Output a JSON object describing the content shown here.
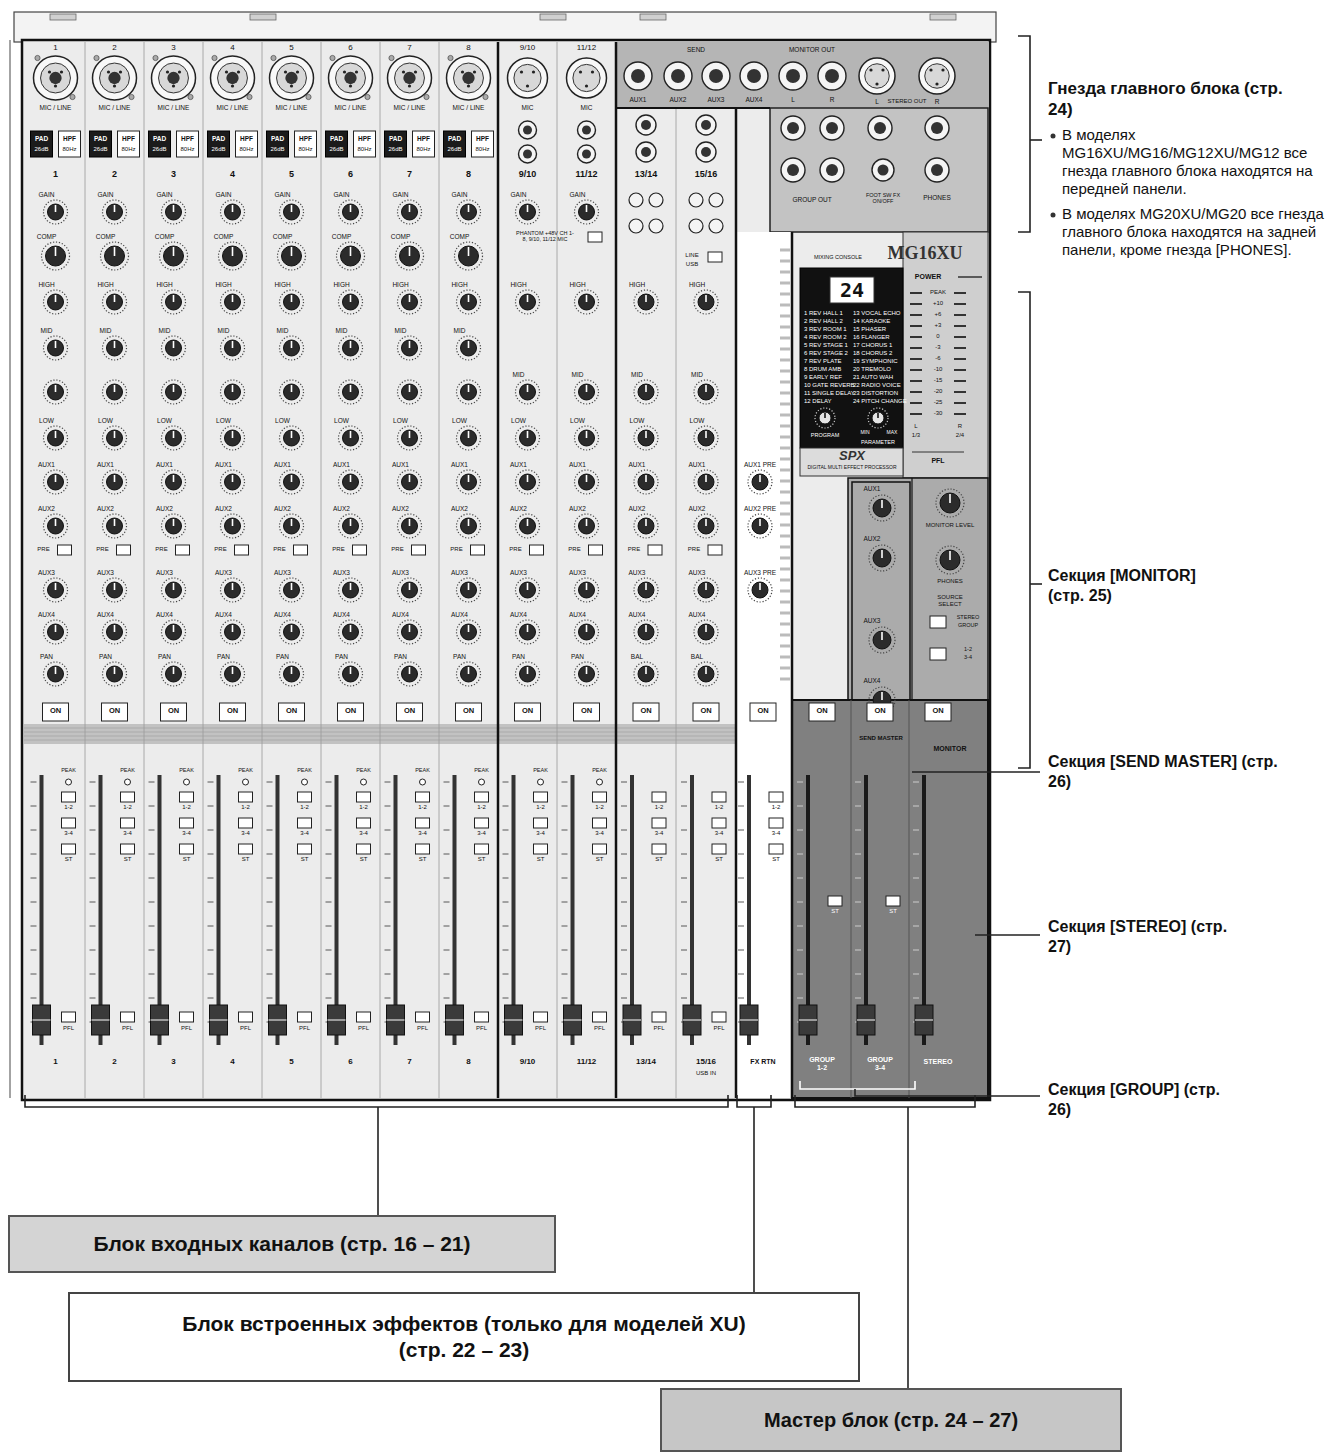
{
  "diagram": {
    "nodes": [
      {
        "text": [
          "Блок входных каналов (стр. 16 – 21)"
        ]
      },
      {
        "text": [
          "Блок встроенных эффектов (только для моделей XU) (стр. 22 – 23)"
        ]
      },
      {
        "text": [
          "Мастер блок (стр. 24 – 27)"
        ]
      }
    ],
    "labels": [
      "Гнезда главного блока (стр. 24)",
      "В моделях MG16XU/MG16/MG12XU/MG12 все гнезда главного блока находятся на передней панели.",
      "В моделях MG20XU/MG20 все гнезда главного блока находятся на задней панели, кроме гнезда [PHONES].",
      "Секция [MONITOR] (стр. 25)",
      "Секция [SEND MASTER] (стр. 26)",
      "Секция [STEREO] (стр. 27)",
      "Секция [GROUP] (стр. 26)",
      "1",
      "2",
      "3",
      "4",
      "5",
      "6",
      "7",
      "8",
      "9/10",
      "11/12",
      "MIC / LINE",
      "MIC / LINE",
      "MIC / LINE",
      "MIC / LINE",
      "MIC / LINE",
      "MIC / LINE",
      "MIC / LINE",
      "MIC / LINE",
      "MIC",
      "MIC",
      "PAD",
      "26dB",
      "HPF",
      "80Hz",
      "PAD",
      "26dB",
      "HPF",
      "80Hz",
      "PAD",
      "26dB",
      "HPF",
      "80Hz",
      "PAD",
      "26dB",
      "HPF",
      "80Hz",
      "PAD",
      "26dB",
      "HPF",
      "80Hz",
      "PAD",
      "26dB",
      "HPF",
      "80Hz",
      "PAD",
      "26dB",
      "HPF",
      "80Hz",
      "PAD",
      "26dB",
      "HPF",
      "80Hz",
      "1",
      "2",
      "3",
      "4",
      "5",
      "6",
      "7",
      "8",
      "9/10",
      "11/12",
      "13/14",
      "15/16",
      "GAIN",
      "COMP",
      "HIGH",
      "MID",
      "LOW",
      "AUX1",
      "AUX2",
      "PRE",
      "AUX3",
      "AUX4",
      "PAN",
      "GAIN",
      "COMP",
      "HIGH",
      "MID",
      "LOW",
      "AUX1",
      "AUX2",
      "PRE",
      "AUX3",
      "AUX4",
      "PAN",
      "GAIN",
      "COMP",
      "HIGH",
      "MID",
      "LOW",
      "AUX1",
      "AUX2",
      "PRE",
      "AUX3",
      "AUX4",
      "PAN",
      "GAIN",
      "COMP",
      "HIGH",
      "MID",
      "LOW",
      "AUX1",
      "AUX2",
      "PRE",
      "AUX3",
      "AUX4",
      "PAN",
      "GAIN",
      "COMP",
      "HIGH",
      "MID",
      "LOW",
      "AUX1",
      "AUX2",
      "PRE",
      "AUX3",
      "AUX4",
      "PAN",
      "GAIN",
      "COMP",
      "HIGH",
      "MID",
      "LOW",
      "AUX1",
      "AUX2",
      "PRE",
      "AUX3",
      "AUX4",
      "PAN",
      "GAIN",
      "COMP",
      "HIGH",
      "MID",
      "LOW",
      "AUX1",
      "AUX2",
      "PRE",
      "AUX3",
      "AUX4",
      "PAN",
      "GAIN",
      "COMP",
      "HIGH",
      "MID",
      "LOW",
      "AUX1",
      "AUX2",
      "PRE",
      "AUX3",
      "AUX4",
      "PAN",
      "GAIN",
      "HIGH",
      "MID",
      "LOW",
      "AUX1",
      "AUX2",
      "PRE",
      "AUX3",
      "AUX4",
      "PAN",
      "GAIN",
      "HIGH",
      "MID",
      "LOW",
      "AUX1",
      "AUX2",
      "PRE",
      "AUX3",
      "AUX4",
      "PAN",
      "HIGH",
      "MID",
      "LOW",
      "AUX1",
      "AUX2",
      "PRE",
      "AUX3",
      "AUX4",
      "BAL",
      "HIGH",
      "MID",
      "LOW",
      "AUX1",
      "AUX2",
      "PRE",
      "AUX3",
      "AUX4",
      "BAL",
      "ON",
      "ON",
      "ON",
      "ON",
      "ON",
      "ON",
      "ON",
      "ON",
      "ON",
      "ON",
      "ON",
      "ON",
      "ON",
      "ON",
      "ON",
      "ON",
      "PEAK",
      "PEAK",
      "PEAK",
      "PEAK",
      "PEAK",
      "PEAK",
      "PEAK",
      "PEAK",
      "PEAK",
      "PEAK",
      "1-2",
      "3-4",
      "ST",
      "1-2",
      "3-4",
      "ST",
      "1-2",
      "3-4",
      "ST",
      "1-2",
      "3-4",
      "ST",
      "1-2",
      "3-4",
      "ST",
      "1-2",
      "3-4",
      "ST",
      "1-2",
      "3-4",
      "ST",
      "1-2",
      "3-4",
      "ST",
      "1-2",
      "3-4",
      "ST",
      "1-2",
      "3-4",
      "ST",
      "1-2",
      "3-4",
      "ST",
      "1-2",
      "3-4",
      "ST",
      "1-2",
      "3-4",
      "ST",
      "ST",
      "ST",
      "PFL",
      "PFL",
      "PFL",
      "PFL",
      "PFL",
      "PFL",
      "PFL",
      "PFL",
      "PFL",
      "PFL",
      "PFL",
      "PFL",
      "1",
      "2",
      "3",
      "4",
      "5",
      "6",
      "7",
      "8",
      "9/10",
      "11/12",
      "13/14",
      "15/16",
      "USB IN",
      "FX RTN",
      "GROUP 1-2",
      "GROUP 3-4",
      "STEREO",
      "AUX1",
      "AUX2",
      "AUX3",
      "AUX4",
      "SEND",
      "L",
      "R",
      "MONITOR OUT",
      "L",
      "R",
      "STEREO OUT",
      "GROUP OUT",
      "FOOT SW FX ON/OFF",
      "PHONES",
      "PHANTOM +48V CH 1-8, 9/10, 11/12 MIC",
      "LINE",
      "USB",
      "AUX1 PRE",
      "AUX2 PRE",
      "AUX3 PRE",
      "MIXING CONSOLE",
      "MG16XU",
      "24",
      "1 REV HALL 1",
      "2 REV HALL 2",
      "3 REV ROOM 1",
      "4 REV ROOM 2",
      "5 REV STAGE 1",
      "6 REV STAGE 2",
      "7 REV PLATE",
      "8 DRUM AMB",
      "9 EARLY REF",
      "10 GATE REVERB",
      "11 SINGLE DELAY",
      "12 DELAY",
      "13 VOCAL ECHO",
      "14 KARAOKE",
      "15 PHASER",
      "16 FLANGER",
      "17 CHORUS 1",
      "18 CHORUS 2",
      "19 SYMPHONIC",
      "20 TREMOLO",
      "21 AUTO WAH",
      "22 RADIO VOICE",
      "23 DISTORTION",
      "24 PITCH CHANGE",
      "PROGRAM",
      "MIN",
      "MAX",
      "PARAMETER",
      "SPX",
      "DIGITAL MULTI EFFECT PROCESSOR",
      "POWER",
      "PEAK",
      "+10",
      "+6",
      "+3",
      "0",
      "-3",
      "-6",
      "-10",
      "-15",
      "-20",
      "-25",
      "-30",
      "L",
      "R",
      "1/3",
      "2/4",
      "PFL",
      "AUX1",
      "AUX2",
      "AUX3",
      "AUX4",
      "SEND MASTER",
      "MONITOR LEVEL",
      "PHONES",
      "SOURCE SELECT",
      "STEREO",
      "GROUP",
      "1-2",
      "3-4",
      "MONITOR"
    ]
  }
}
